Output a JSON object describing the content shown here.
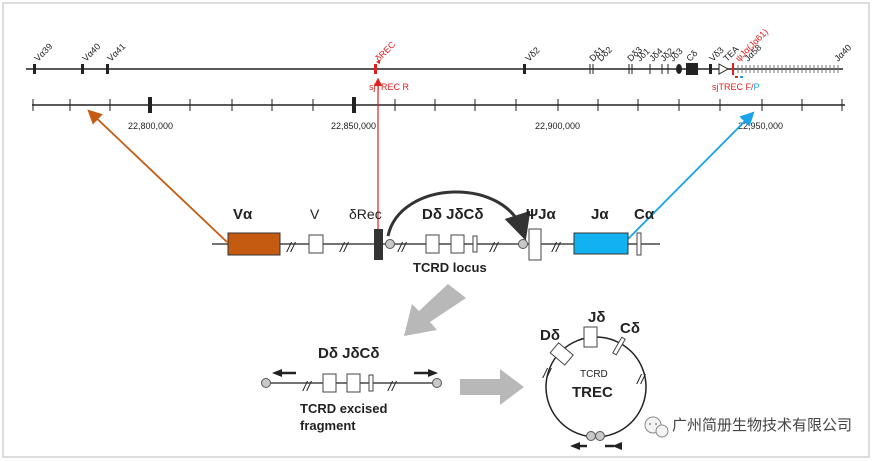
{
  "top_track": {
    "gene_labels": [
      "Vα39",
      "Vα40",
      "Vα41",
      "Vδ2",
      "Dδ1",
      "Dδ2",
      "Dδ3",
      "Jδ1",
      "Jδ4",
      "Jδ2",
      "Jδ3",
      "Cδ",
      "Vδ3",
      "TEA",
      "Jα58",
      "Jα40"
    ],
    "delta_rec_label": "δREC",
    "psi_label": "ψJα(Jα61)",
    "sjtrec_r": "sjTREC R",
    "sjtrec_fp_black": "sjTREC F/",
    "sjtrec_fp_blue": "P"
  },
  "ruler": {
    "positions": [
      "22,800,000",
      "22,850,000",
      "22,900,000",
      "22,950,000"
    ]
  },
  "locus": {
    "v_alpha": "Vα",
    "v": "V",
    "delta_rec": "δRec",
    "d_j_c_delta": "Dδ JδCδ",
    "psi_j_alpha": "ΨJα",
    "j_alpha": "Jα",
    "c_alpha": "Cα",
    "caption": "TCRD locus"
  },
  "fragment": {
    "genes": "Dδ JδCδ",
    "caption_line1": "TCRD excised",
    "caption_line2": "fragment"
  },
  "trec": {
    "d_delta": "Dδ",
    "j_delta": "Jδ",
    "c_delta": "Cδ",
    "tcrd": "TCRD",
    "trec": "TREC"
  },
  "watermark": "广州简册生物技术有限公司",
  "colors": {
    "v_alpha_box": "#c55a11",
    "j_alpha_box": "#12b2f0",
    "red": "#e02020",
    "blue": "#1aa3e8",
    "gray_arrow": "#b8b8b8"
  }
}
